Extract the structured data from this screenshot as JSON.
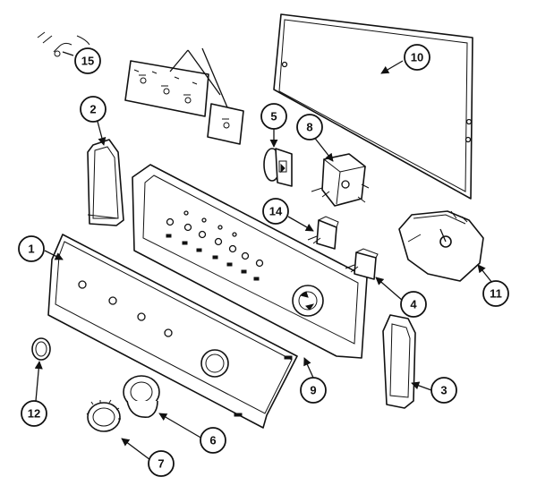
{
  "diagram": {
    "callouts": [
      {
        "id": "1",
        "label": "1"
      },
      {
        "id": "2",
        "label": "2"
      },
      {
        "id": "3",
        "label": "3"
      },
      {
        "id": "4",
        "label": "4"
      },
      {
        "id": "5",
        "label": "5"
      },
      {
        "id": "6",
        "label": "6"
      },
      {
        "id": "7",
        "label": "7"
      },
      {
        "id": "8",
        "label": "8"
      },
      {
        "id": "9",
        "label": "9"
      },
      {
        "id": "10",
        "label": "10"
      },
      {
        "id": "11",
        "label": "11"
      },
      {
        "id": "12",
        "label": "12"
      },
      {
        "id": "14",
        "label": "14"
      },
      {
        "id": "15",
        "label": "15"
      }
    ]
  }
}
